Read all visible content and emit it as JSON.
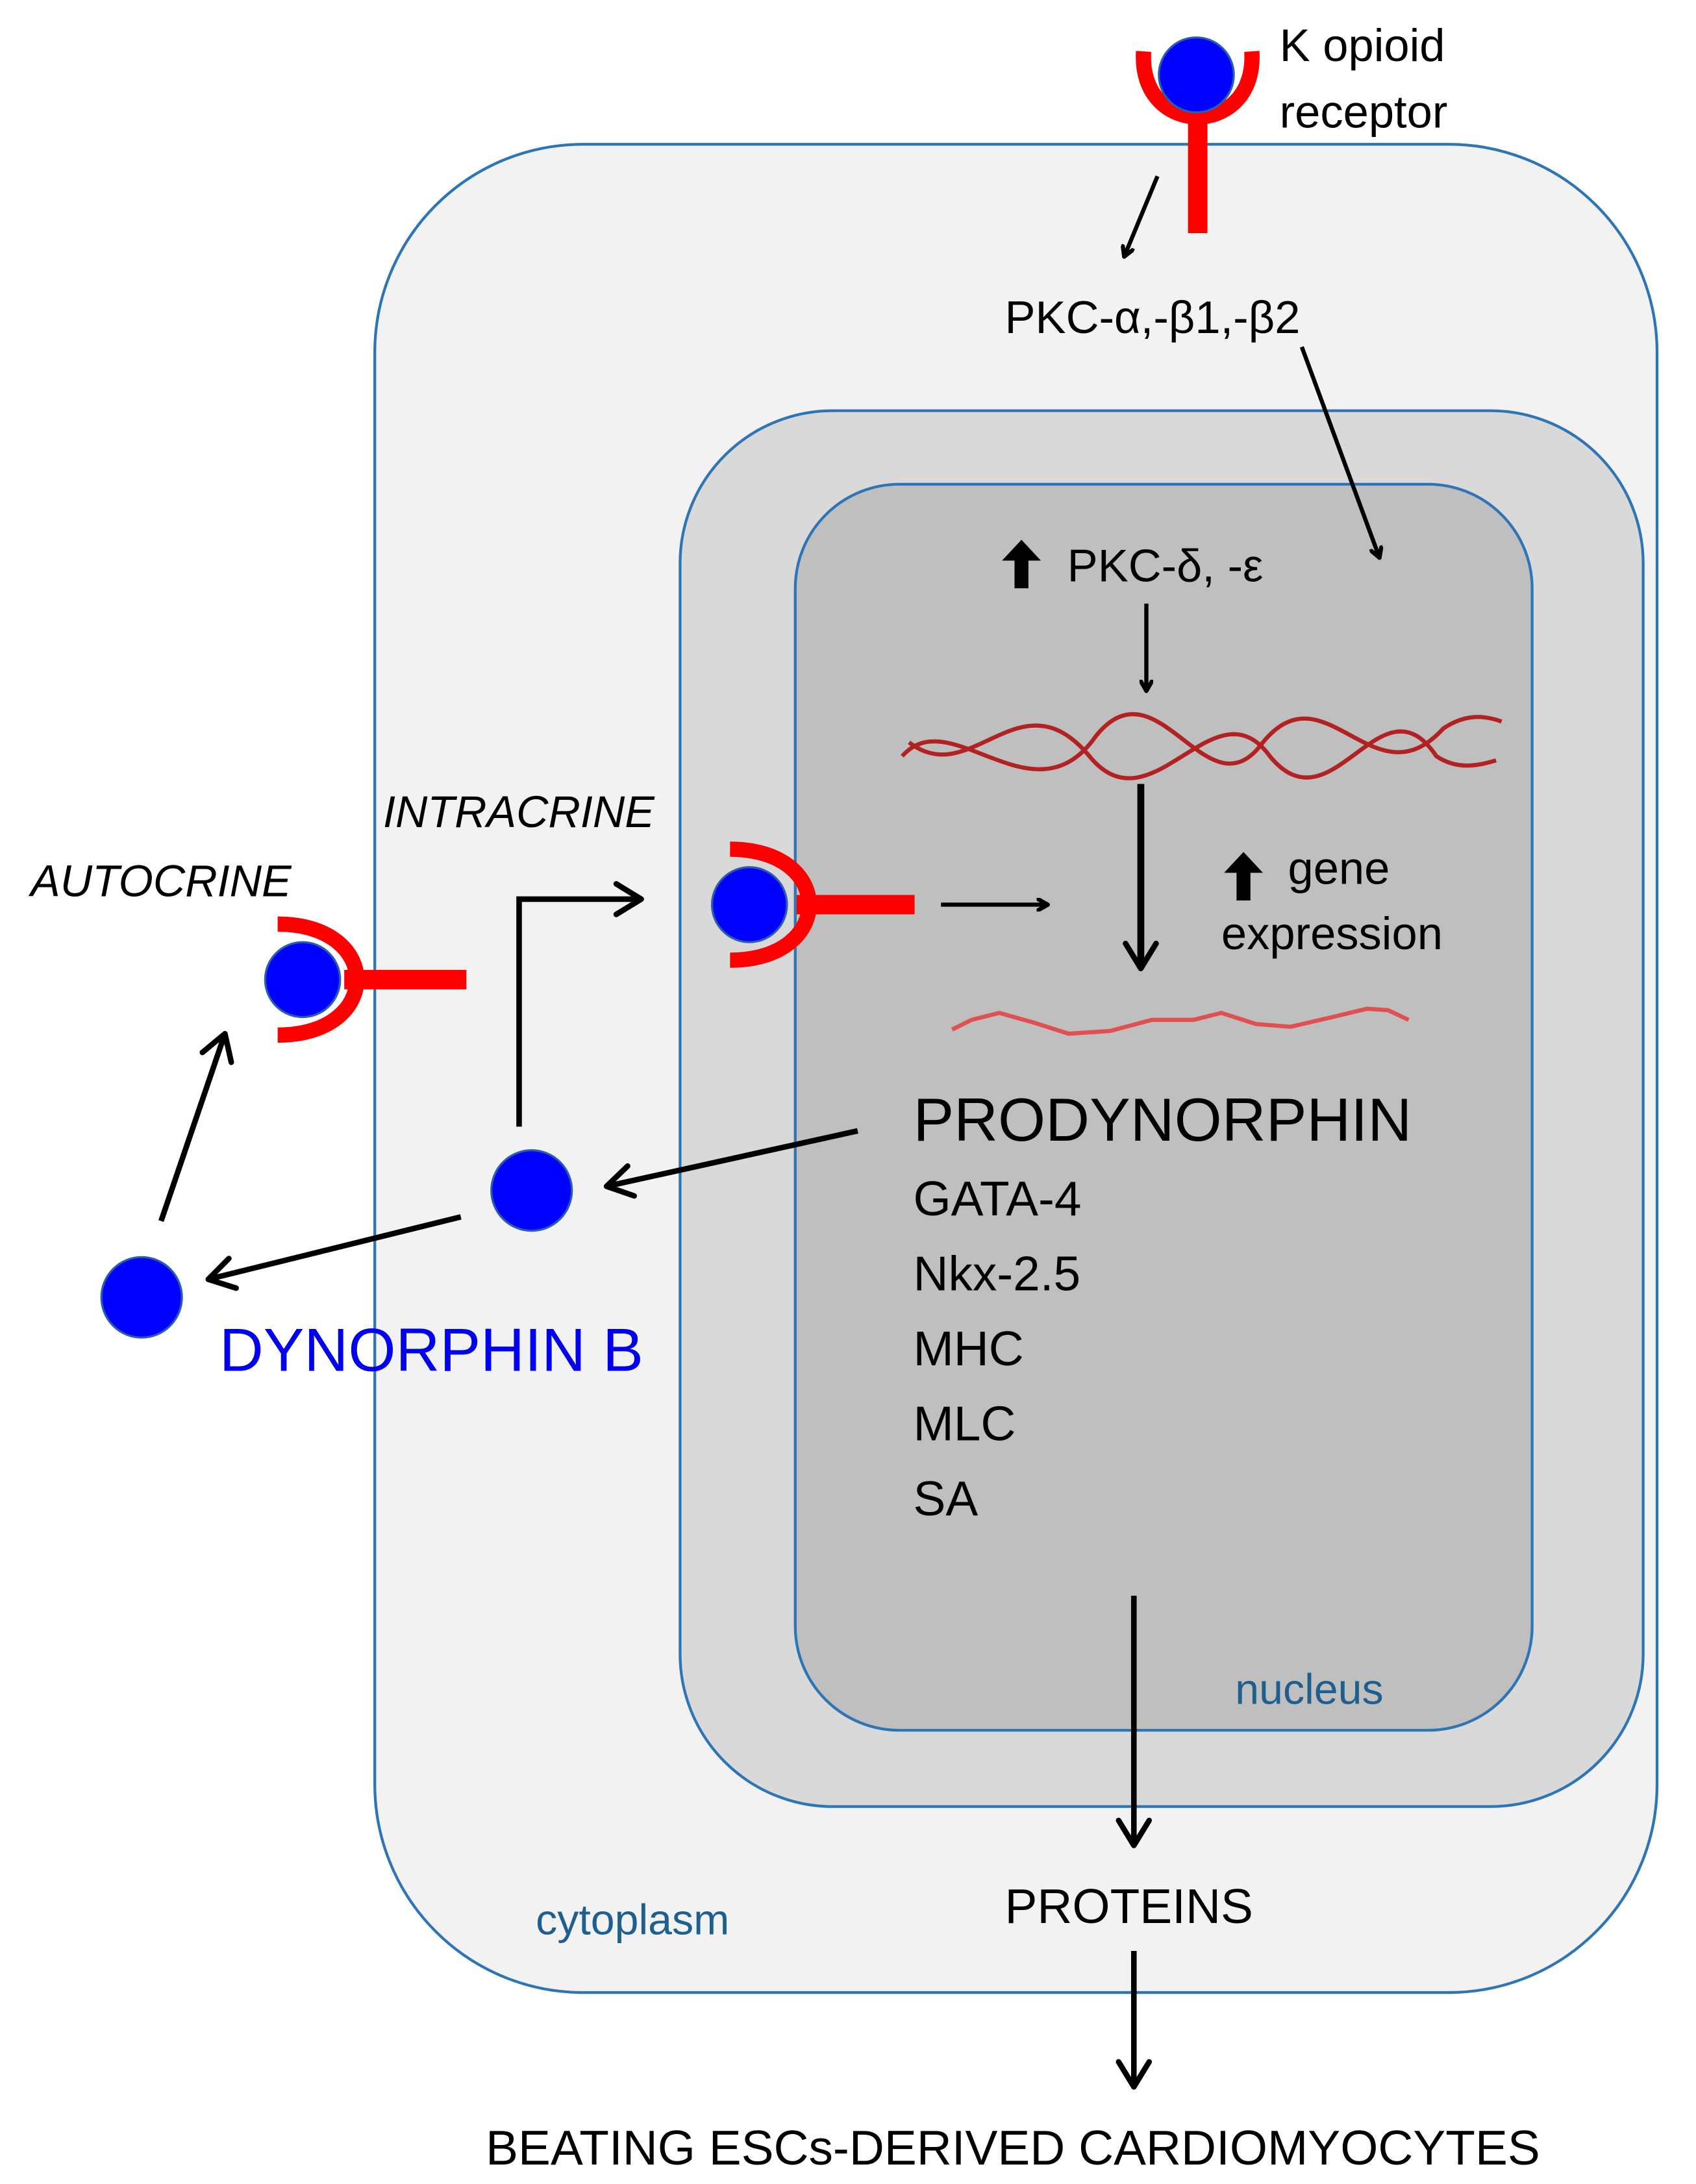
{
  "labels": {
    "receptor_line1": "K opioid",
    "receptor_line2": "receptor",
    "pkc_alpha_beta": "PKC-α,-β1,-β2",
    "pkc_delta_epsilon": "PKC-δ, -ε",
    "gene_expression_line1": "gene",
    "gene_expression_line2": "expression",
    "intracrine": "INTRACRINE",
    "autocrine": "AUTOCRINE",
    "prodynorphin": "PRODYNORPHIN",
    "genes": [
      "GATA-4",
      "Nkx-2.5",
      "MHC",
      "MLC",
      "SA"
    ],
    "dynorphin_b": "DYNORPHIN B",
    "nucleus": "nucleus",
    "cytoplasm": "cytoplasm",
    "proteins": "PROTEINS",
    "outcome": "BEATING ESCs-DERIVED CARDIOMYOCYTES"
  },
  "colors": {
    "receptor": "#ff0000",
    "ligand": "#0000ff",
    "ligand_outline": "#2a5ea8",
    "dna": "#b22222",
    "mrna": "#e05050",
    "cytoplasm_fill": "#f2f2f2",
    "perinuclear_fill": "#d9d9d9",
    "nucleus_fill": "#bfbfbf",
    "membrane_outline": "#2e75b6",
    "dynorphin_label": "#0000ee"
  },
  "icons": [
    "up-arrow-icon",
    "opioid-receptor-icon",
    "dynorphin-b-ligand-icon",
    "dna-double-helix-icon",
    "mrna-strand-icon"
  ]
}
